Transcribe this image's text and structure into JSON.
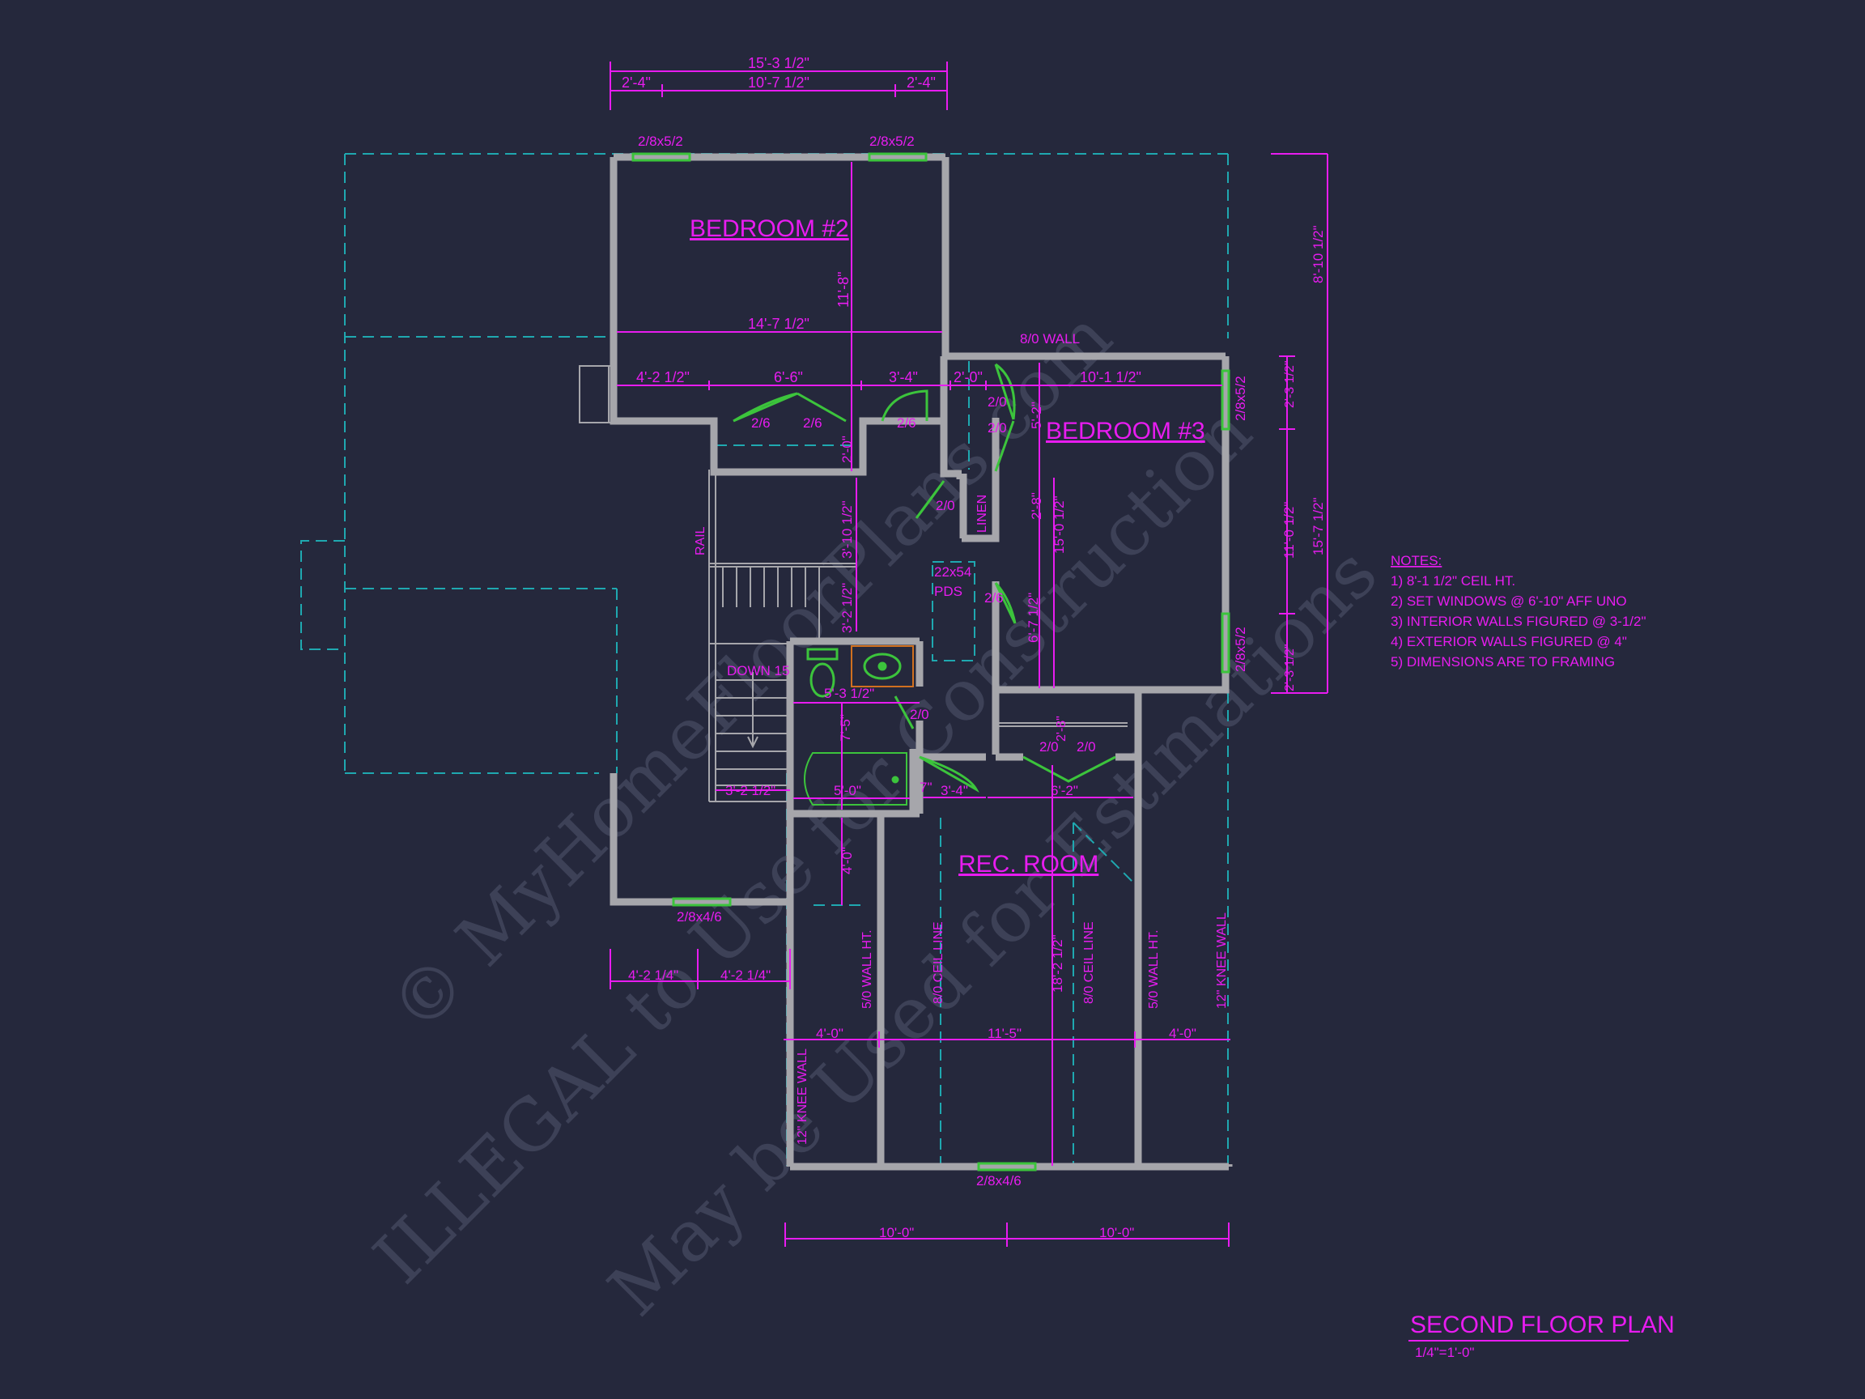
{
  "colors": {
    "background": "#25283c",
    "wall": "#a6a6ab",
    "text": "#e81cf0",
    "window": "#3cc43c",
    "dashed": "#1fa8b0",
    "watermark": "#3d4157"
  },
  "title": {
    "text": "SECOND FLOOR PLAN",
    "scale": "1/4\"=1'-0\""
  },
  "rooms": {
    "bedroom2": "BEDROOM #2",
    "bedroom3": "BEDROOM #3",
    "rec_room": "REC. ROOM"
  },
  "notes": {
    "heading": "NOTES:",
    "items": [
      "1) 8'-1 1/2\" CEIL HT.",
      "2) SET WINDOWS @ 6'-10\" AFF UNO",
      "3) INTERIOR WALLS FIGURED @ 3-1/2\"",
      "4) EXTERIOR WALLS FIGURED @ 4\"",
      "5) DIMENSIONS ARE TO FRAMING"
    ]
  },
  "labels": {
    "rail": "RAIL",
    "down": "DOWN 15",
    "linen": "LINEN",
    "pds": "22x54",
    "pds2": "PDS",
    "wall_8": "8/0 WALL",
    "wall_ht_left": "5/0 WALL HT.",
    "wall_ht_right": "5/0 WALL HT.",
    "ceil_left": "8/0 CEIL LINE",
    "ceil_right": "8/0 CEIL LINE",
    "knee_left": "12\" KNEE WALL",
    "knee_right": "12\" KNEE WALL"
  },
  "windows": {
    "w1": "2/8x5/2",
    "w2": "2/8x5/2",
    "w3": "2/8x5/2",
    "w4": "2/8x5/2",
    "w5": "2/8x4/6",
    "w6": "2/8x4/6"
  },
  "doors": {
    "d1": "2/6",
    "d2": "2/6",
    "d3": "2/6",
    "d4": "2/0",
    "d5": "2/0",
    "d6": "2/0",
    "d7": "2/6",
    "d8": "2/0",
    "d9": "2/0",
    "d10": "2/0"
  },
  "dimensions": {
    "top_total": "15'-3 1/2\"",
    "top_left": "2'-4\"",
    "top_mid": "10'-7 1/2\"",
    "top_right": "2'-4\"",
    "bed2_width": "14'-7 1/2\"",
    "bed2_depth": "11'-8\"",
    "row_a": "4'-2 1/2\"",
    "row_b": "6'-6\"",
    "row_c": "3'-4\"",
    "row_d": "2'-0\"",
    "row_e": "10'-1 1/2\"",
    "hall_a": "2'-0\"",
    "hall_b": "3'-10 1/2\"",
    "hall_c": "3'-2 1/2\"",
    "bath_a": "5'-3 1/2\"",
    "bath_b": "7'-5\"",
    "bath_c": "5'-0\"",
    "bath_d": "7\"",
    "stair_a": "3'-2 1/2\"",
    "b3_a": "5'-2\"",
    "b3_b": "2'-8\"",
    "b3_c": "15'-0 1/2\"",
    "b3_d": "6'-7 1/2\"",
    "right_a": "8'-10 1/2\"",
    "right_b": "2'-3 1/2\"",
    "right_c": "11'-0 1/2\"",
    "right_d": "2'-3 1/2\"",
    "right_e": "15'-7 1/2\"",
    "closet_a": "2'-8\"",
    "closet_b": "3'-4\"",
    "closet_c": "6'-2\"",
    "rec_a": "4'-0\"",
    "rec_b": "18'-2 1/2\"",
    "bot_a": "4'-2 1/4\"",
    "bot_b": "4'-2 1/4\"",
    "rec_w1": "4'-0\"",
    "rec_w2": "11'-5\"",
    "rec_w3": "4'-0\"",
    "bot_c": "10'-0\"",
    "bot_d": "10'-0\""
  },
  "watermark": {
    "line1": "© MyHomeFloorPlans.com",
    "line2": "ILLEGAL to Use for Construction",
    "line3": "May be Used for Estimations"
  }
}
